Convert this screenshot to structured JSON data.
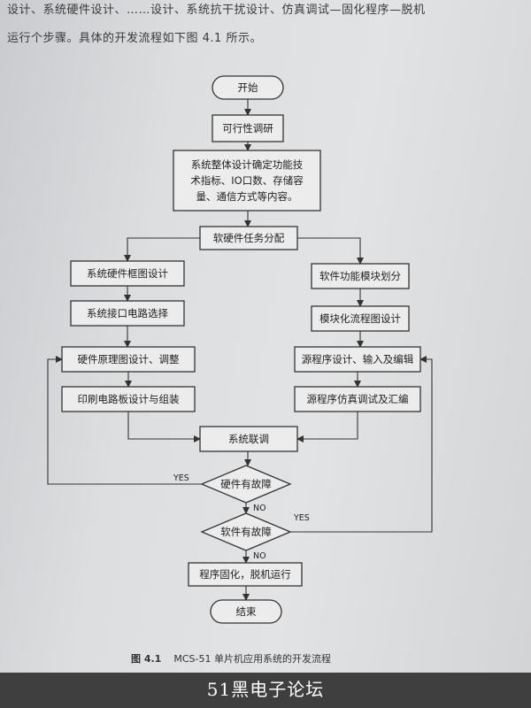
{
  "intro": {
    "line1": "设计、系统硬件设计、……设计、系统抗干扰设计、仿真调试—固化程序—脱机",
    "line2": "运行个步骤。具体的开发流程如下图 4.1 所示。"
  },
  "flowchart": {
    "nodes": [
      {
        "id": "start",
        "shape": "terminal",
        "lines": [
          "开始"
        ]
      },
      {
        "id": "feasibility",
        "shape": "process",
        "lines": [
          "可行性调研"
        ]
      },
      {
        "id": "overall",
        "shape": "process",
        "lines": [
          "系统整体设计确定功能技",
          "术指标、IO口数、存储容",
          "量、通信方式等内容。"
        ]
      },
      {
        "id": "task",
        "shape": "process",
        "lines": [
          "软硬件任务分配"
        ]
      },
      {
        "id": "hw_block",
        "shape": "process",
        "lines": [
          "系统硬件框图设计"
        ]
      },
      {
        "id": "hw_iface",
        "shape": "process",
        "lines": [
          "系统接口电路选择"
        ]
      },
      {
        "id": "hw_schem",
        "shape": "process",
        "lines": [
          "硬件原理图设计、调整"
        ]
      },
      {
        "id": "hw_pcb",
        "shape": "process",
        "lines": [
          "印刷电路板设计与组装"
        ]
      },
      {
        "id": "sw_mod",
        "shape": "process",
        "lines": [
          "软件功能模块划分"
        ]
      },
      {
        "id": "sw_flow",
        "shape": "process",
        "lines": [
          "模块化流程图设计"
        ]
      },
      {
        "id": "sw_code",
        "shape": "process",
        "lines": [
          "源程序设计、输入及编辑"
        ]
      },
      {
        "id": "sw_sim",
        "shape": "process",
        "lines": [
          "源程序仿真调试及汇编"
        ]
      },
      {
        "id": "joint",
        "shape": "process",
        "lines": [
          "系统联调"
        ]
      },
      {
        "id": "hw_fault",
        "shape": "decision",
        "lines": [
          "硬件有故障"
        ]
      },
      {
        "id": "sw_fault",
        "shape": "decision",
        "lines": [
          "软件有故障"
        ]
      },
      {
        "id": "solidify",
        "shape": "process",
        "lines": [
          "程序固化，脱机运行"
        ]
      },
      {
        "id": "end",
        "shape": "terminal",
        "lines": [
          "结束"
        ]
      }
    ],
    "edges": [
      {
        "from": "start",
        "to": "feasibility",
        "label": ""
      },
      {
        "from": "feasibility",
        "to": "overall",
        "label": ""
      },
      {
        "from": "overall",
        "to": "task",
        "label": ""
      },
      {
        "from": "task",
        "to": "hw_block",
        "label": ""
      },
      {
        "from": "task",
        "to": "sw_mod",
        "label": ""
      },
      {
        "from": "hw_block",
        "to": "hw_iface",
        "label": ""
      },
      {
        "from": "hw_iface",
        "to": "hw_schem",
        "label": ""
      },
      {
        "from": "hw_schem",
        "to": "hw_pcb",
        "label": ""
      },
      {
        "from": "sw_mod",
        "to": "sw_flow",
        "label": ""
      },
      {
        "from": "sw_flow",
        "to": "sw_code",
        "label": ""
      },
      {
        "from": "sw_code",
        "to": "sw_sim",
        "label": ""
      },
      {
        "from": "hw_pcb",
        "to": "joint",
        "label": ""
      },
      {
        "from": "sw_sim",
        "to": "joint",
        "label": ""
      },
      {
        "from": "joint",
        "to": "hw_fault",
        "label": ""
      },
      {
        "from": "hw_fault",
        "to": "hw_schem",
        "label": "YES"
      },
      {
        "from": "hw_fault",
        "to": "sw_fault",
        "label": "NO"
      },
      {
        "from": "sw_fault",
        "to": "sw_code",
        "label": "YES"
      },
      {
        "from": "sw_fault",
        "to": "solidify",
        "label": "NO"
      },
      {
        "from": "solidify",
        "to": "end",
        "label": ""
      }
    ]
  },
  "caption": {
    "number": "图 4.1",
    "text": "MCS-51 单片机应用系统的开发流程"
  },
  "watermark": "51黑电子论坛"
}
